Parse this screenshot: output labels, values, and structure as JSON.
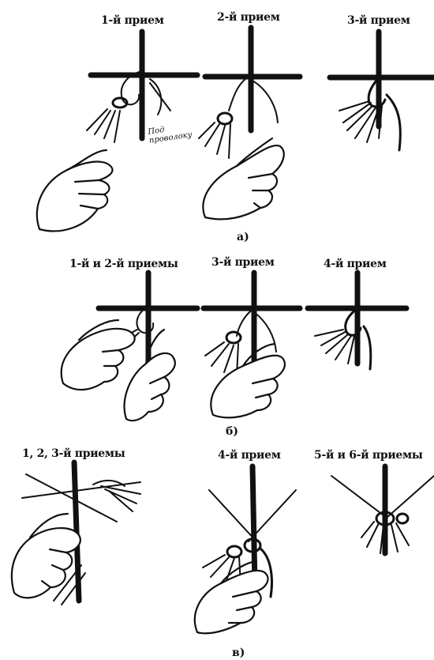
{
  "row_a": {
    "labels": [
      "1-й прием",
      "2-й прием",
      "3-й прием"
    ],
    "note": "Под проволоку",
    "letter": "а)"
  },
  "row_b": {
    "labels": [
      "1-й и 2-й приемы",
      "3-й прием",
      "4-й прием"
    ],
    "letter": "б)"
  },
  "row_c": {
    "labels": [
      "1, 2, 3-й приемы",
      "4-й прием",
      "5-й и 6-й приемы"
    ],
    "letter": "в)"
  }
}
